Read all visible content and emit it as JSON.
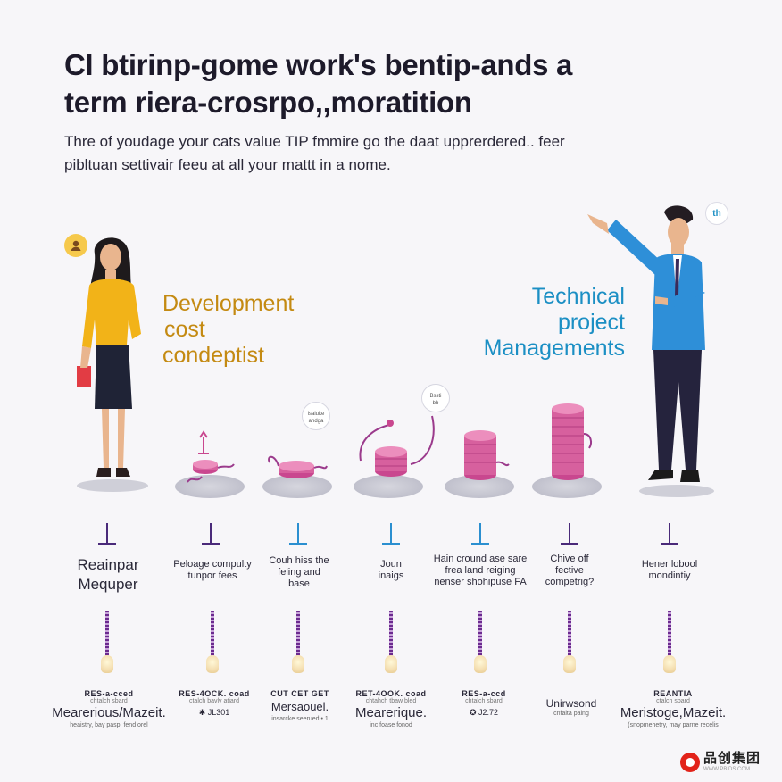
{
  "header": {
    "title_line1": "Cl btirinp-gome work's bentip-ands a",
    "title_line2": "term riera-crosrpo,,moratition",
    "subtitle_line1": "Thre of youdage your cats value TIP fmmire go the daat upprerdered.. feer",
    "subtitle_line2": "pibltuan settivair feeu at all your mattt in a nome."
  },
  "left_person": {
    "label_line1": "Development",
    "label_line2": "cost",
    "label_line3": "condeptist"
  },
  "right_person": {
    "badge": "th",
    "label_line1": "Technical",
    "label_line2": "project",
    "label_line3": "Managements"
  },
  "bubbles": [
    {
      "line1": "lsaiuke",
      "line2": "andga"
    },
    {
      "line1": "Bssti",
      "line2": "bb"
    }
  ],
  "steps": [
    {
      "line1": "Reainpar",
      "line2": "Mequper",
      "foot_a": "RES-a-cced",
      "foot_b": "chtalch sbard",
      "foot_c": "Mearerious/Mazeit.",
      "foot_d": "heaistry, bay pasp, fend orel"
    },
    {
      "line1": "Peloage compulty",
      "line2": "tunpor fees",
      "foot_a": "RES-4OCK. coad",
      "foot_b": "ctalch bavlv atiard",
      "foot_e": "✱ JL301"
    },
    {
      "line1": "Couh hiss the",
      "line2": "feling and",
      "line3": "base",
      "foot_a": "CUT CET GET",
      "foot_b": "",
      "foot_c": "Mersaouel.",
      "foot_d": "insarcke seerued • 1"
    },
    {
      "line1": "Joun",
      "line2": "inaigs",
      "foot_a": "RET-4OOK. coad",
      "foot_b": "chtahch tbaw bled",
      "foot_c": "Mearerique.",
      "foot_d": "inc foase fonod"
    },
    {
      "line1": "Hain cround ase sare",
      "line2": "frea land reiging",
      "line3": "nenser shohipuse FA",
      "foot_a": "RES-a-ccd",
      "foot_b": "chtalch sbard",
      "foot_e": "✪ J2.72"
    },
    {
      "line1": "Chive off",
      "line2": "fective",
      "line3": "competrig?",
      "foot_a": "",
      "foot_b": "",
      "foot_c": "Unirwsond",
      "foot_d": "cnfalta paing"
    },
    {
      "line1": "Hener lobool",
      "line2": "mondintiy",
      "foot_a": "REANTIA",
      "foot_b": "ctalch sbard",
      "foot_c": "Meristoge,Mazeit.",
      "foot_d": "(snopmehetry, may parne recelis"
    }
  ],
  "logo": {
    "name": "品创集团",
    "url": "WWW.PBIDS.COM"
  },
  "colors": {
    "dev_label": "#c48a12",
    "tech_label": "#1b8fc4",
    "marker_purple": "#4a2a7a",
    "marker_blue": "#2b8fd0",
    "coin_pink": "#c9478f"
  }
}
